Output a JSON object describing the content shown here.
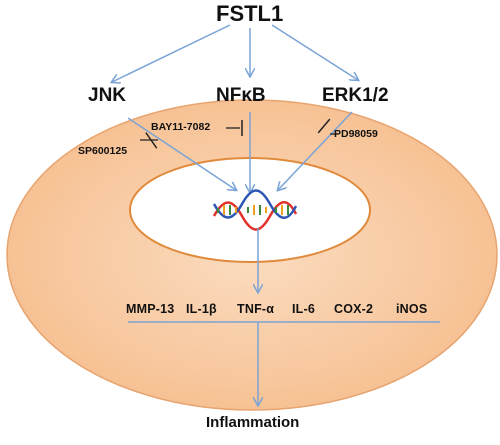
{
  "diagram": {
    "top_node": "FSTL1",
    "pathways": [
      "JNK",
      "NFκB",
      "ERK1/2"
    ],
    "inhibitors": [
      "SP600125",
      "BAY11-7082",
      "PD98059"
    ],
    "products": [
      "MMP-13",
      "IL-1β",
      "TNF-α",
      "IL-6",
      "COX-2",
      "iNOS"
    ],
    "outcome": "Inflammation",
    "colors": {
      "outer_cell_fill": "#f7c59b",
      "outer_cell_stroke": "#e6a06b",
      "nucleus_fill": "#ffffff",
      "nucleus_stroke": "#e08a3c",
      "arrow": "#7aa3d6",
      "inhibitor_line": "#222222",
      "dna_red": "#e0312b",
      "dna_blue": "#2d56b5"
    }
  }
}
